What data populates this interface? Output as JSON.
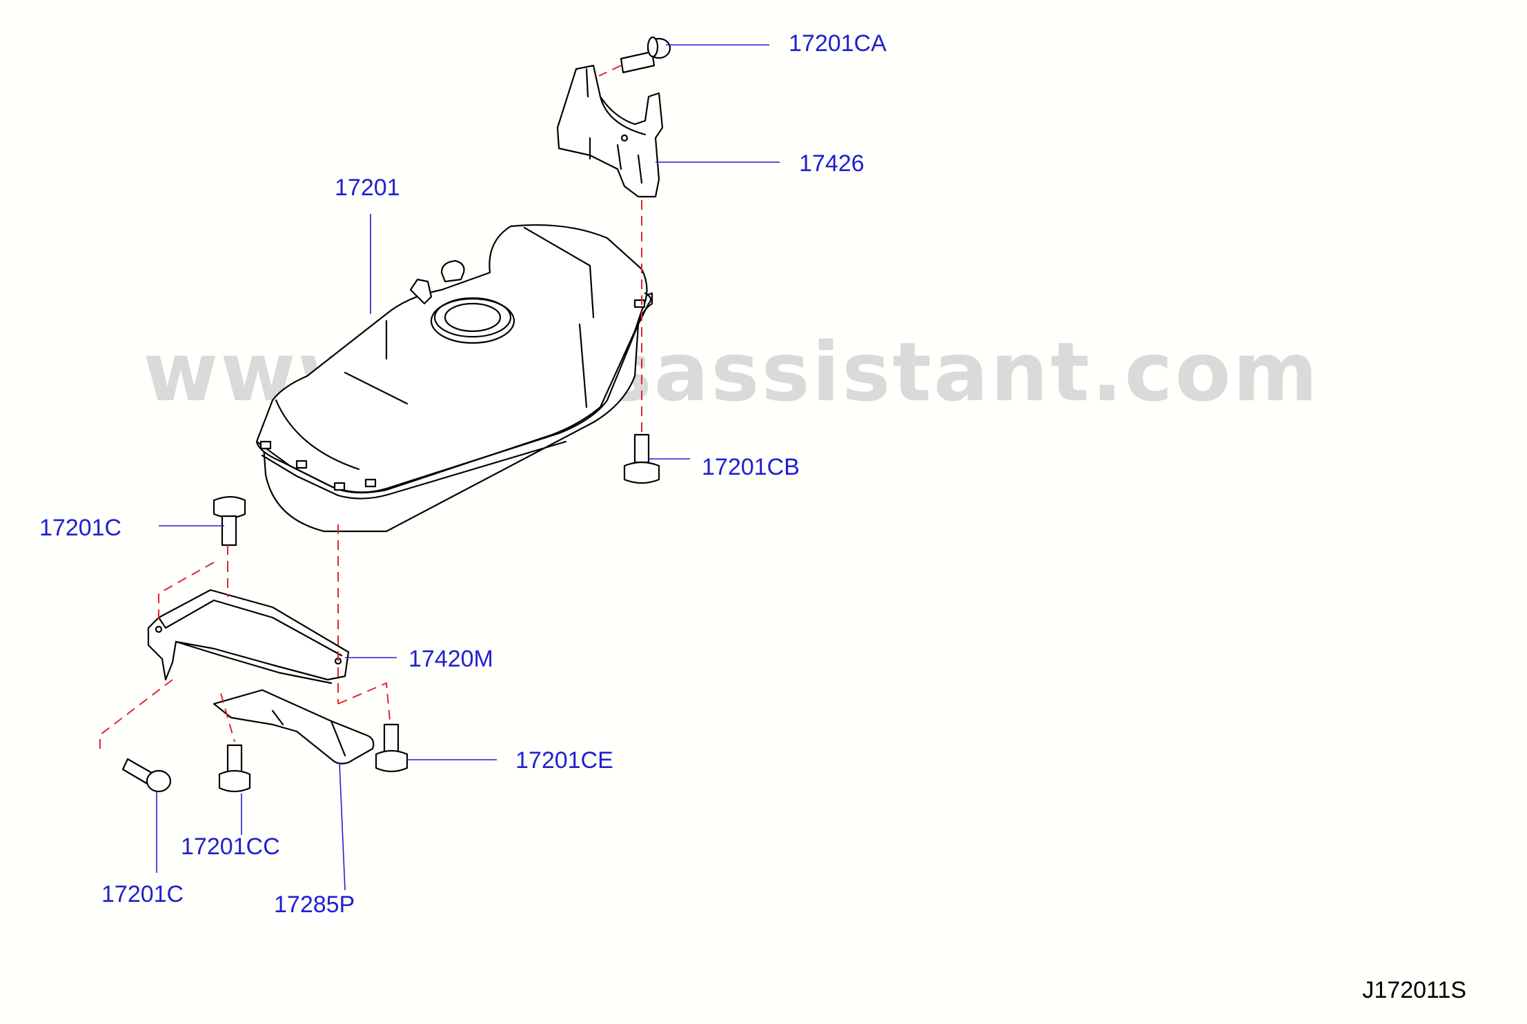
{
  "colors": {
    "background": "#fffffc",
    "callout_text": "#1f1fd0",
    "leader_line": "#1f1fd0",
    "assembly_dash": "#e0242a",
    "drawing_ink": "#000000",
    "watermark": "#dadada",
    "ref_code": "#000000"
  },
  "watermark": "www.partsassistant.com",
  "drawing_ref": "J172011S",
  "parts": [
    {
      "id": "p-17201ca-top",
      "label": "17201CA",
      "name": "bolt"
    },
    {
      "id": "p-17426",
      "label": "17426",
      "name": "protector"
    },
    {
      "id": "p-17201",
      "label": "17201",
      "name": "fuel-tank"
    },
    {
      "id": "p-17201cb",
      "label": "17201CB",
      "name": "bolt"
    },
    {
      "id": "p-17201c-left",
      "label": "17201C",
      "name": "bolt"
    },
    {
      "id": "p-17420m",
      "label": "17420M",
      "name": "mounting-band"
    },
    {
      "id": "p-17201ce",
      "label": "17201CE",
      "name": "bolt"
    },
    {
      "id": "p-17201cc",
      "label": "17201CC",
      "name": "bolt"
    },
    {
      "id": "p-17201c-bottom",
      "label": "17201C",
      "name": "bolt"
    },
    {
      "id": "p-17285p",
      "label": "17285P",
      "name": "protector"
    }
  ]
}
